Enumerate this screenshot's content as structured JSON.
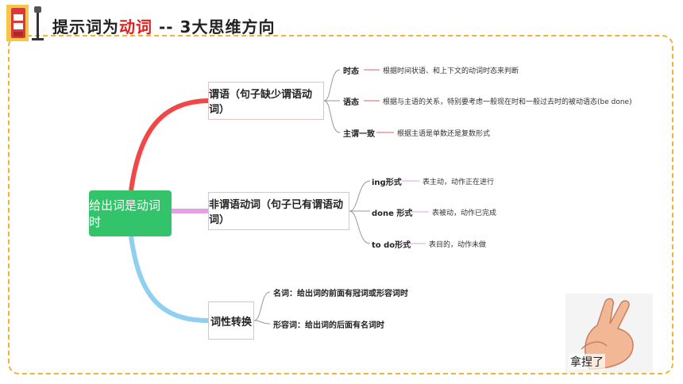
{
  "title": {
    "part1": "提示词为",
    "accent": "动词",
    "part2": " -- 3大思维方向"
  },
  "root": {
    "label": "给出词是动词时"
  },
  "branches": [
    {
      "label": "谓语（句子缺少谓语动词）",
      "color": "#f04848",
      "leaves": [
        {
          "label": "时态",
          "desc": "根据时间状语、和上下文的动词时态来判断"
        },
        {
          "label": "语态",
          "desc": "根据与主语的关系，特别要考虑一般现在时和一般过去时的被动语态(be done)"
        },
        {
          "label": "主谓一致",
          "desc": "根据主语是单数还是复数形式"
        }
      ]
    },
    {
      "label": "非谓语动词（句子已有谓语动词）",
      "color": "#e69ee6",
      "leaves": [
        {
          "label": "ing形式",
          "desc": "表主动，动作正在进行"
        },
        {
          "label": "done 形式",
          "desc": "表被动，动作已完成"
        },
        {
          "label": "to do形式",
          "desc": "表目的，动作未做"
        }
      ]
    },
    {
      "label": "词性转换",
      "color": "#8fd0f0",
      "leaves": [
        {
          "label": "名词：给出词的前面有冠词或形容词时",
          "desc": ""
        },
        {
          "label": "形容词：给出词的后面有名词时",
          "desc": ""
        }
      ]
    }
  ],
  "sticker": {
    "label": "拿捏了"
  },
  "colors": {
    "frame": "#f2b233",
    "root": "#33c36a",
    "accent": "#e02020"
  }
}
